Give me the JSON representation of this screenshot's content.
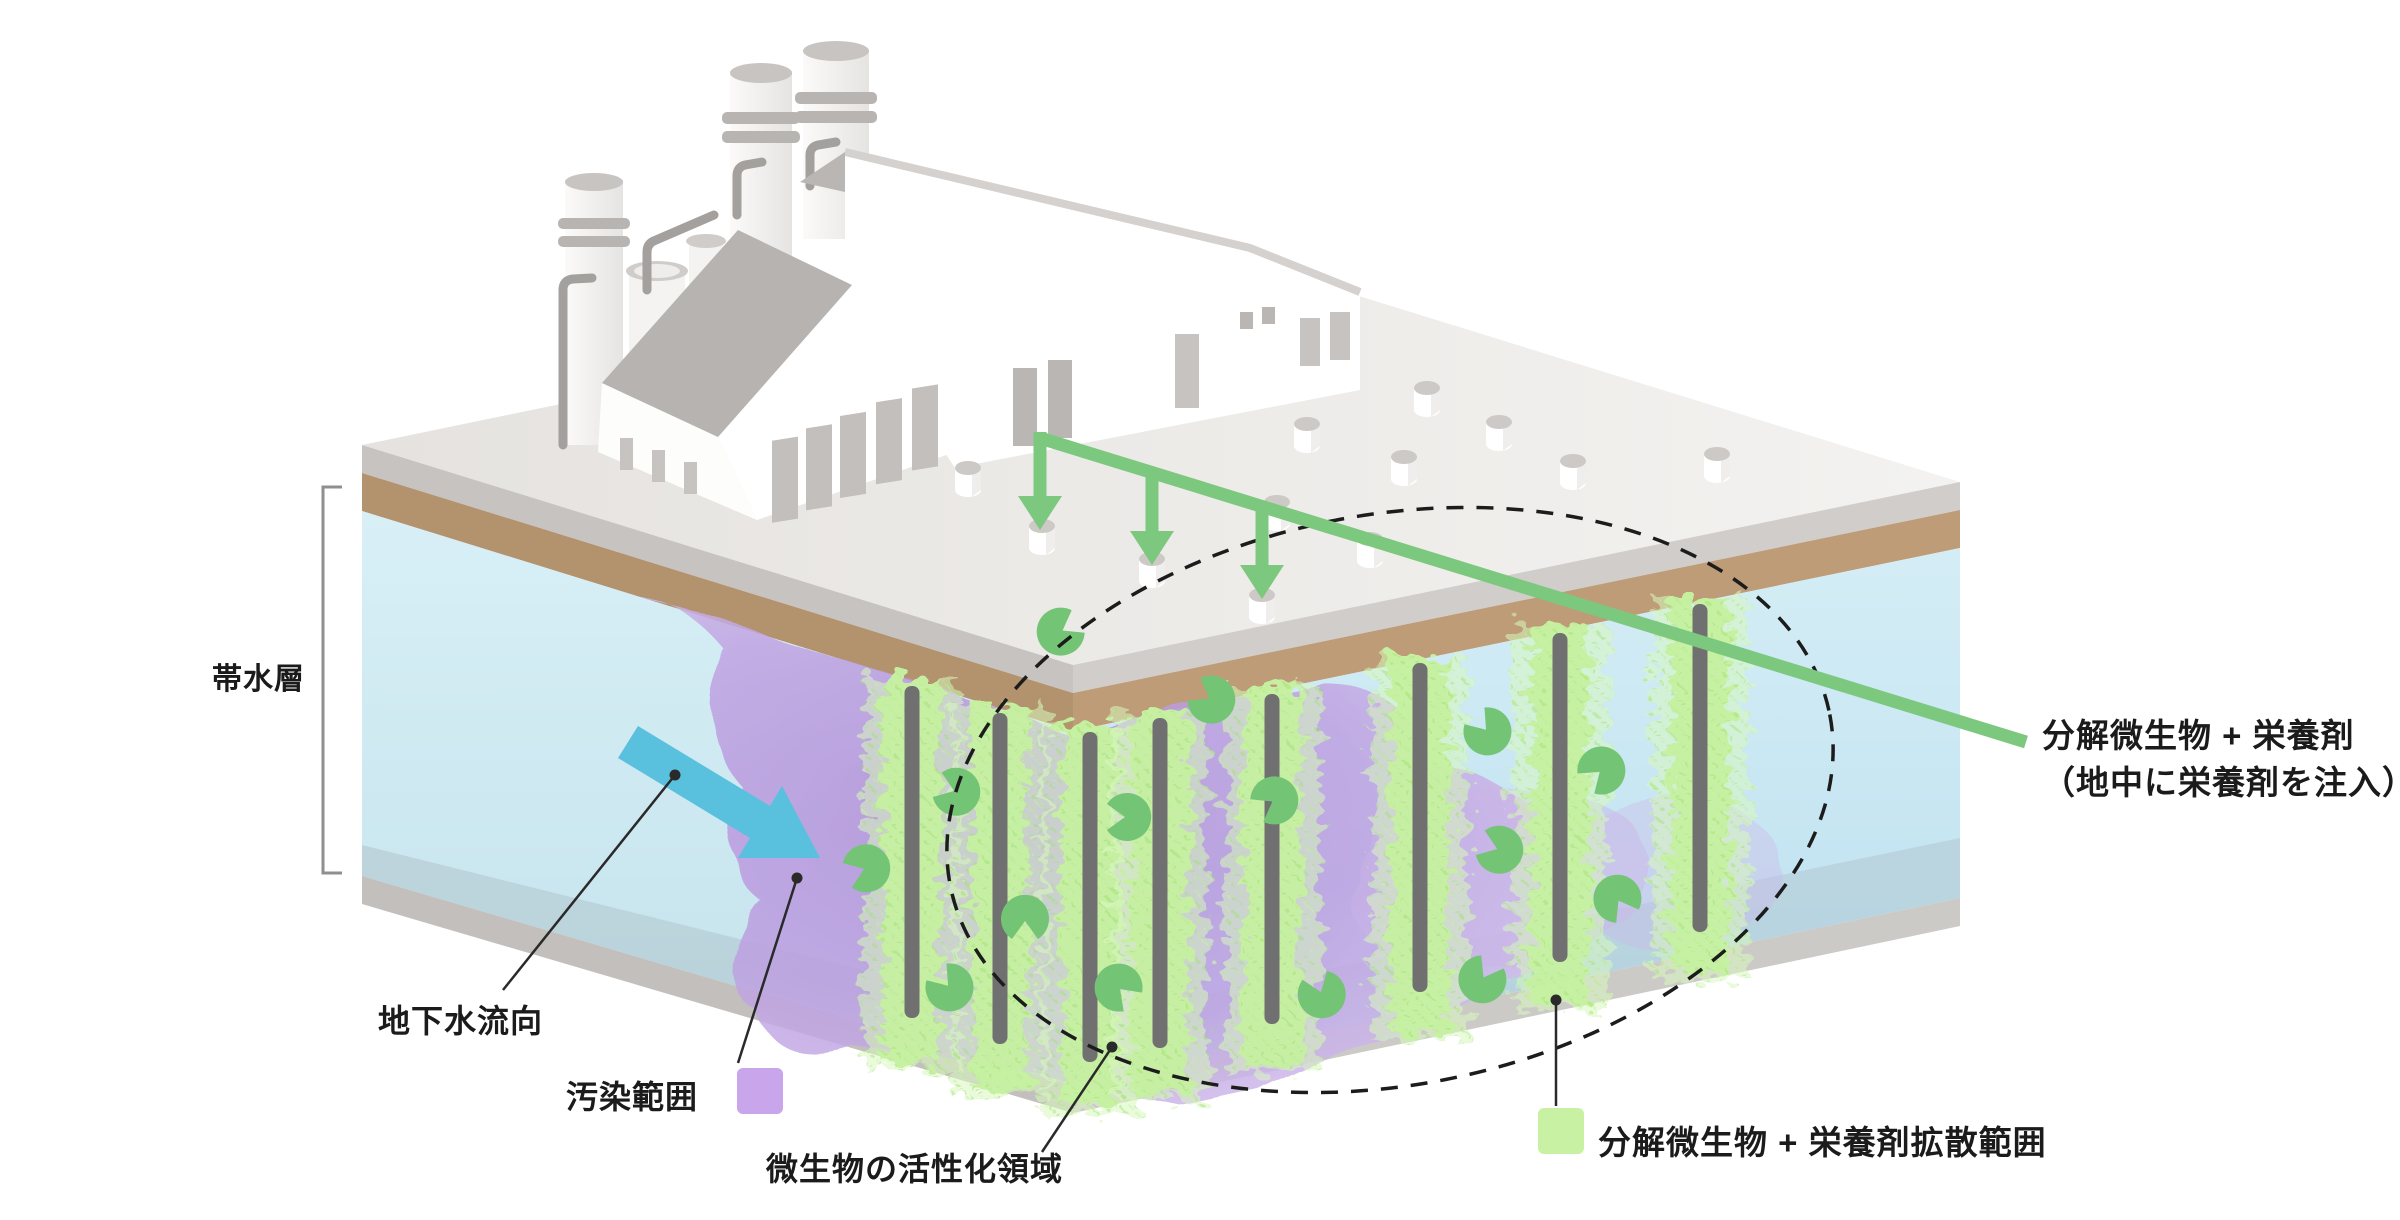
{
  "diagram": {
    "labels": {
      "aquifer": "帯水層",
      "groundwater_flow": "地下水流向",
      "contamination_range": "汚染範囲",
      "activation_area": "微生物の活性化領域",
      "injection_title": "分解微生物 + 栄養剤",
      "injection_subtitle": "（地中に栄養剤を注入）",
      "diffusion_range": "分解微生物 + 栄養剤拡散範囲"
    },
    "legend": {
      "contamination_swatch_color": "#c9a5ec",
      "diffusion_swatch_color": "#c9f1a3"
    },
    "colors": {
      "water": "#cfe9f3",
      "soil_band": "#b3926e",
      "ground_surface": "#eae7e4",
      "contamination_plume": "#bfa2e2",
      "nutrient_halo": "#c5f0a0",
      "injection_pipe_green": "#7dc87f",
      "groundwater_arrow_blue": "#59c0dd",
      "well_rod_gray": "#707070",
      "microbe_green": "#74c476"
    },
    "icons": [
      "factory-icon",
      "chimney-icon",
      "injection-well-icon",
      "microbe-icon",
      "flow-arrow-icon",
      "injection-arrow-icon"
    ]
  }
}
